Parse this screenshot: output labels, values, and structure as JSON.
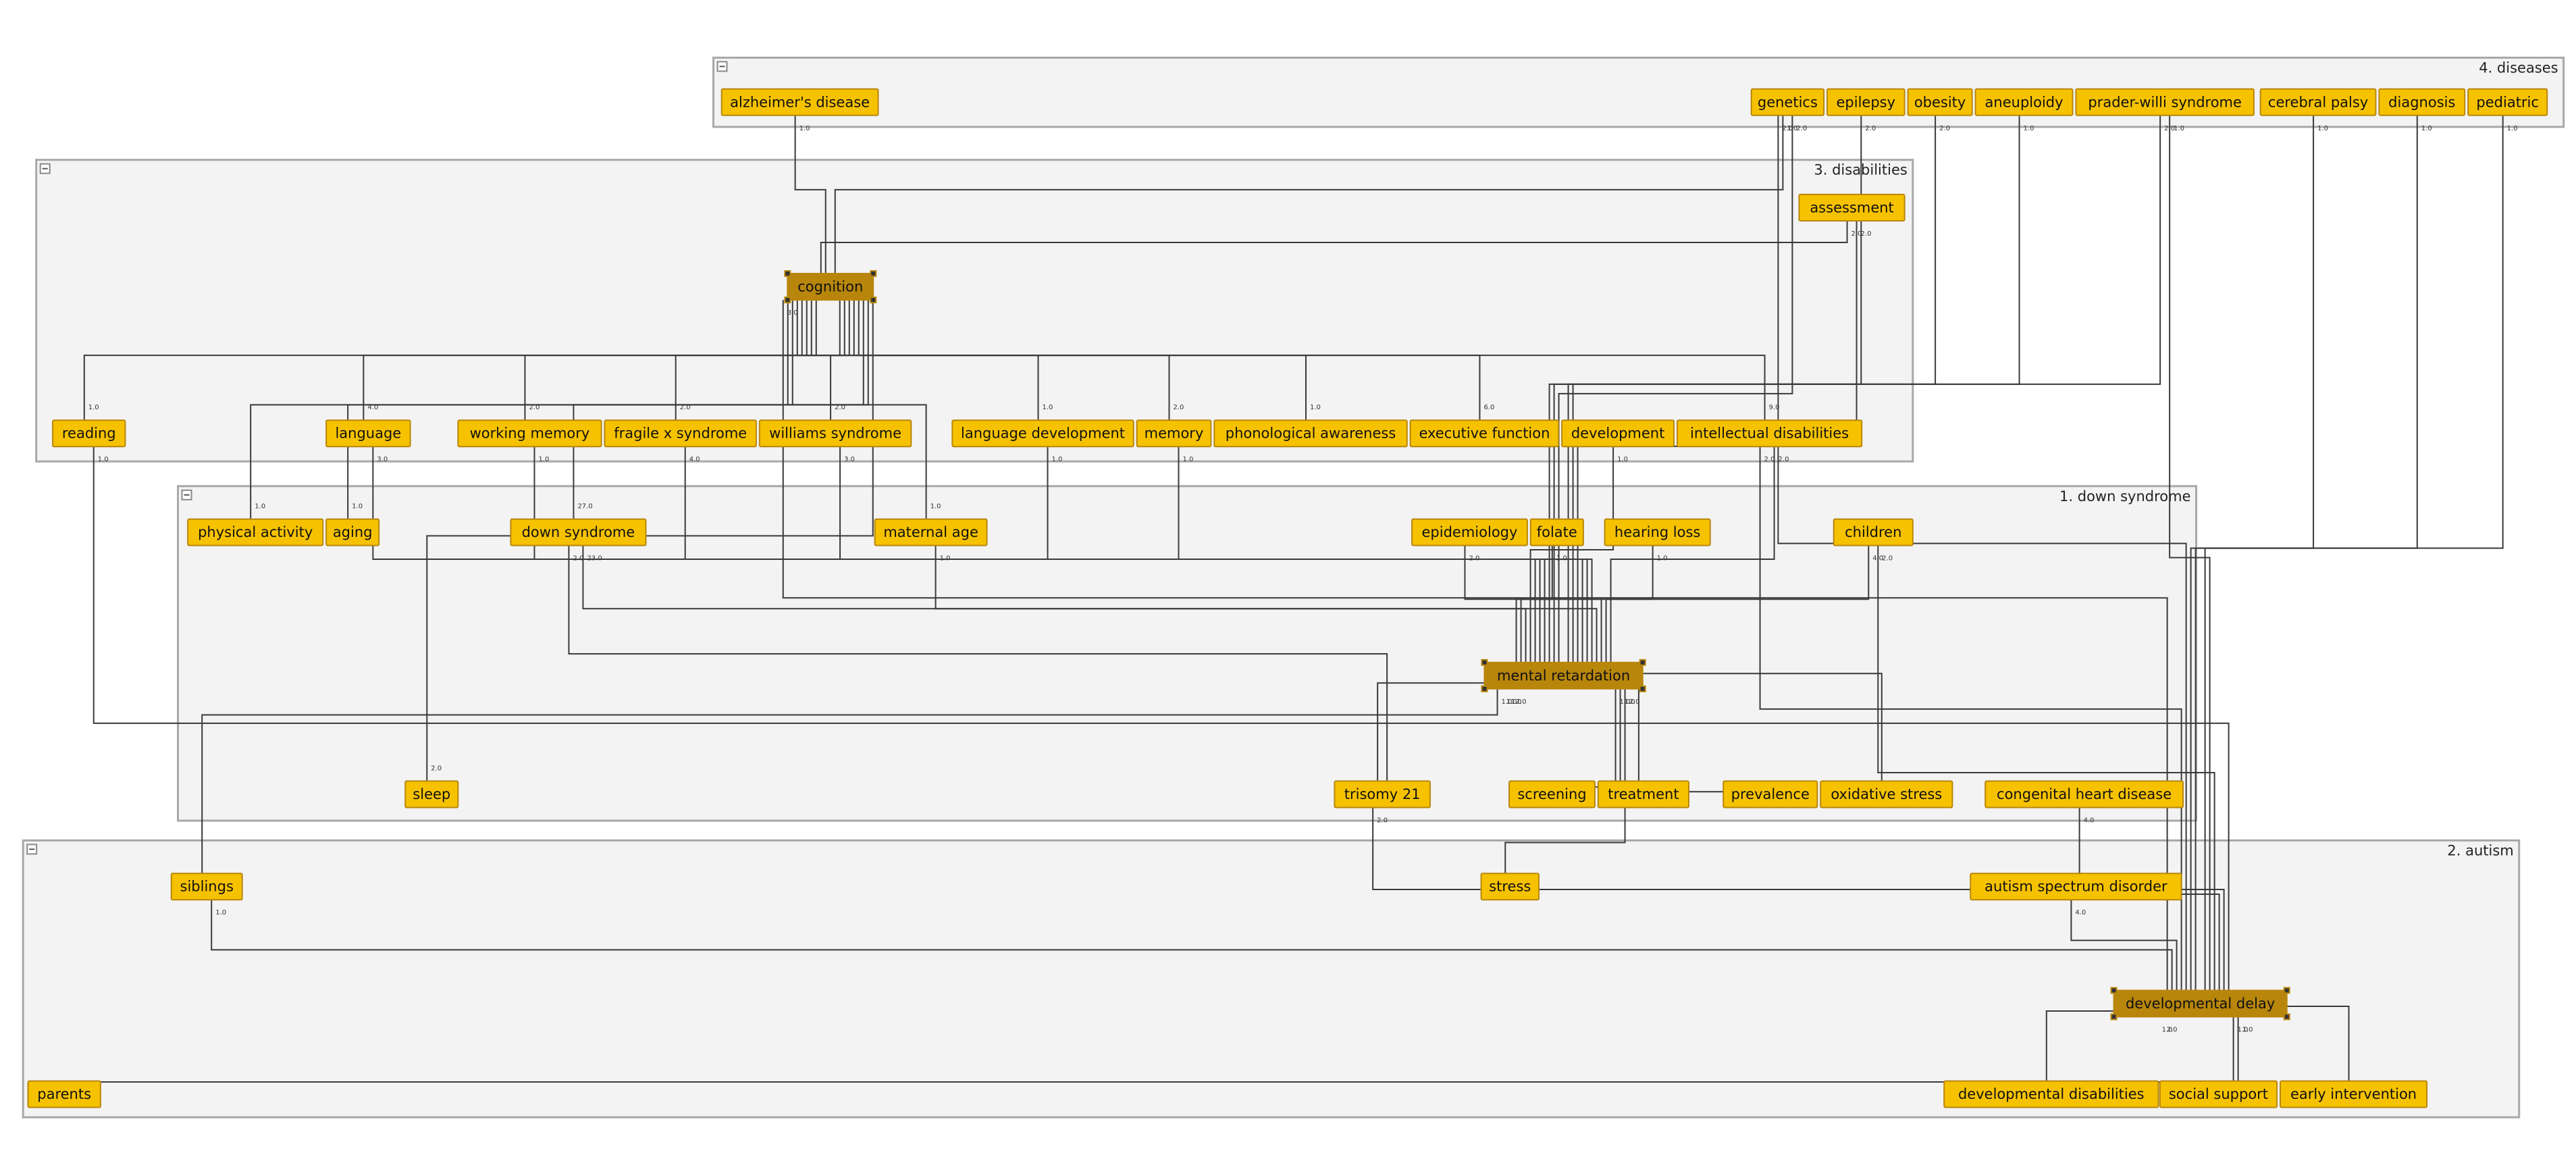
{
  "colors": {
    "node_fill": "#f6c200",
    "node_stroke": "#c99a00",
    "hub_fill": "#b8860b",
    "hub_stroke": "#7a5a00",
    "group_fill": "#f3f3f3",
    "group_stroke": "#a8a8a8",
    "edge": "#3a3a3a"
  },
  "groups": [
    {
      "id": "g4",
      "title": "4. diseases"
    },
    {
      "id": "g3",
      "title": "3. disabilities"
    },
    {
      "id": "g1",
      "title": "1. down syndrome"
    },
    {
      "id": "g2",
      "title": "2. autism"
    }
  ],
  "nodes": [
    {
      "id": "alzheimers",
      "label": "alzheimer's disease"
    },
    {
      "id": "genetics",
      "label": "genetics"
    },
    {
      "id": "epilepsy",
      "label": "epilepsy"
    },
    {
      "id": "obesity",
      "label": "obesity"
    },
    {
      "id": "aneuploidy",
      "label": "aneuploidy"
    },
    {
      "id": "praderwilli",
      "label": "prader-willi syndrome"
    },
    {
      "id": "cerebralpalsy",
      "label": "cerebral palsy"
    },
    {
      "id": "diagnosis",
      "label": "diagnosis"
    },
    {
      "id": "pediatric",
      "label": "pediatric"
    },
    {
      "id": "assessment",
      "label": "assessment"
    },
    {
      "id": "cognition",
      "label": "cognition",
      "hub": true
    },
    {
      "id": "reading",
      "label": "reading"
    },
    {
      "id": "language",
      "label": "language"
    },
    {
      "id": "workingmemory",
      "label": "working memory"
    },
    {
      "id": "fragilex",
      "label": "fragile x syndrome"
    },
    {
      "id": "williams",
      "label": "williams syndrome"
    },
    {
      "id": "langdev",
      "label": "language development"
    },
    {
      "id": "memory",
      "label": "memory"
    },
    {
      "id": "phonological",
      "label": "phonological awareness"
    },
    {
      "id": "executive",
      "label": "executive function"
    },
    {
      "id": "development",
      "label": "development"
    },
    {
      "id": "intellectual",
      "label": "intellectual disabilities"
    },
    {
      "id": "physicalactivity",
      "label": "physical activity"
    },
    {
      "id": "aging",
      "label": "aging"
    },
    {
      "id": "downsyndrome",
      "label": "down syndrome"
    },
    {
      "id": "maternalage",
      "label": "maternal age"
    },
    {
      "id": "epidemiology",
      "label": "epidemiology"
    },
    {
      "id": "folate",
      "label": "folate"
    },
    {
      "id": "hearingloss",
      "label": "hearing loss"
    },
    {
      "id": "children",
      "label": "children"
    },
    {
      "id": "mentalretardation",
      "label": "mental retardation",
      "hub": true
    },
    {
      "id": "sleep",
      "label": "sleep"
    },
    {
      "id": "trisomy21",
      "label": "trisomy 21"
    },
    {
      "id": "screening",
      "label": "screening"
    },
    {
      "id": "treatment",
      "label": "treatment"
    },
    {
      "id": "prevalence",
      "label": "prevalence"
    },
    {
      "id": "oxidativestress",
      "label": "oxidative stress"
    },
    {
      "id": "congenitalheart",
      "label": "congenital heart disease"
    },
    {
      "id": "siblings",
      "label": "siblings"
    },
    {
      "id": "stress",
      "label": "stress"
    },
    {
      "id": "asd",
      "label": "autism spectrum disorder"
    },
    {
      "id": "devdelay",
      "label": "developmental delay",
      "hub": true
    },
    {
      "id": "parents",
      "label": "parents"
    },
    {
      "id": "devdisabilities",
      "label": "developmental disabilities"
    },
    {
      "id": "socialsupport",
      "label": "social support"
    },
    {
      "id": "earlyintervention",
      "label": "early intervention"
    }
  ],
  "edges": [
    {
      "from": "alzheimers",
      "to": "cognition",
      "label": "1.0"
    },
    {
      "from": "genetics",
      "to": "cognition",
      "label": "1.0"
    },
    {
      "from": "assessment",
      "to": "cognition",
      "label": "2.0"
    },
    {
      "from": "reading",
      "to": "cognition",
      "label": "1.0"
    },
    {
      "from": "language",
      "to": "cognition",
      "label": "4.0"
    },
    {
      "from": "workingmemory",
      "to": "cognition",
      "label": "2.0"
    },
    {
      "from": "fragilex",
      "to": "cognition",
      "label": "2.0"
    },
    {
      "from": "williams",
      "to": "cognition",
      "label": "2.0"
    },
    {
      "from": "langdev",
      "to": "cognition",
      "label": "1.0"
    },
    {
      "from": "memory",
      "to": "cognition",
      "label": "2.0"
    },
    {
      "from": "phonological",
      "to": "cognition",
      "label": "1.0"
    },
    {
      "from": "executive",
      "to": "cognition",
      "label": "6.0"
    },
    {
      "from": "intellectual",
      "to": "cognition",
      "label": "9.0"
    },
    {
      "from": "physicalactivity",
      "to": "cognition",
      "label": "1.0"
    },
    {
      "from": "aging",
      "to": "cognition",
      "label": "1.0"
    },
    {
      "from": "downsyndrome",
      "to": "cognition",
      "label": "27.0"
    },
    {
      "from": "maternalage",
      "to": "cognition",
      "label": "1.0"
    },
    {
      "from": "sleep",
      "to": "cognition",
      "label": "2.0"
    },
    {
      "from": "genetics",
      "to": "mentalretardation",
      "label": "2.0"
    },
    {
      "from": "epilepsy",
      "to": "mentalretardation",
      "label": "2.0"
    },
    {
      "from": "obesity",
      "to": "mentalretardation",
      "label": "2.0"
    },
    {
      "from": "aneuploidy",
      "to": "mentalretardation",
      "label": "1.0"
    },
    {
      "from": "praderwilli",
      "to": "mentalretardation",
      "label": "2.0"
    },
    {
      "from": "assessment",
      "to": "mentalretardation",
      "label": "2.0"
    },
    {
      "from": "language",
      "to": "mentalretardation",
      "label": "3.0"
    },
    {
      "from": "workingmemory",
      "to": "mentalretardation",
      "label": "1.0"
    },
    {
      "from": "fragilex",
      "to": "mentalretardation",
      "label": "4.0"
    },
    {
      "from": "williams",
      "to": "mentalretardation",
      "label": "3.0"
    },
    {
      "from": "langdev",
      "to": "mentalretardation",
      "label": "1.0"
    },
    {
      "from": "memory",
      "to": "mentalretardation",
      "label": "1.0"
    },
    {
      "from": "development",
      "to": "mentalretardation",
      "label": "1.0"
    },
    {
      "from": "downsyndrome",
      "to": "mentalretardation",
      "label": "23.0"
    },
    {
      "from": "maternalage",
      "to": "mentalretardation",
      "label": "1.0"
    },
    {
      "from": "epidemiology",
      "to": "mentalretardation",
      "label": "2.0"
    },
    {
      "from": "folate",
      "to": "mentalretardation",
      "label": "1.0"
    },
    {
      "from": "hearingloss",
      "to": "mentalretardation",
      "label": "1.0"
    },
    {
      "from": "children",
      "to": "mentalretardation",
      "label": "4.0"
    },
    {
      "from": "intellectual",
      "to": "mentalretardation",
      "label": "2.0"
    },
    {
      "from": "mentalretardation",
      "to": "trisomy21",
      "label": "2.0"
    },
    {
      "from": "mentalretardation",
      "to": "screening",
      "label": "1.0"
    },
    {
      "from": "mentalretardation",
      "to": "treatment",
      "label": "1.0"
    },
    {
      "from": "mentalretardation",
      "to": "prevalence",
      "label": "1.0"
    },
    {
      "from": "mentalretardation",
      "to": "oxidativestress",
      "label": "1.0"
    },
    {
      "from": "mentalretardation",
      "to": "stress",
      "label": "2.0"
    },
    {
      "from": "mentalretardation",
      "to": "siblings",
      "label": "1.0"
    },
    {
      "from": "downsyndrome",
      "to": "trisomy21",
      "label": "2.0"
    },
    {
      "from": "cerebralpalsy",
      "to": "devdelay",
      "label": "1.0"
    },
    {
      "from": "diagnosis",
      "to": "devdelay",
      "label": "1.0"
    },
    {
      "from": "pediatric",
      "to": "devdelay",
      "label": "1.0"
    },
    {
      "from": "praderwilli",
      "to": "devdelay",
      "label": "1.0"
    },
    {
      "from": "genetics",
      "to": "devdelay",
      "label": "2.0"
    },
    {
      "from": "children",
      "to": "devdelay",
      "label": "2.0"
    },
    {
      "from": "intellectual",
      "to": "devdelay",
      "label": "2.0"
    },
    {
      "from": "congenitalheart",
      "to": "devdelay",
      "label": "4.0"
    },
    {
      "from": "asd",
      "to": "devdelay",
      "label": "4.0"
    },
    {
      "from": "trisomy21",
      "to": "devdelay",
      "label": "2.0"
    },
    {
      "from": "siblings",
      "to": "devdelay",
      "label": "1.0"
    },
    {
      "from": "reading",
      "to": "devdelay",
      "label": "1.0"
    },
    {
      "from": "cognition",
      "to": "devdelay",
      "label": "3.0"
    },
    {
      "from": "devdelay",
      "to": "parents",
      "label": "1.0"
    },
    {
      "from": "devdelay",
      "to": "devdisabilities",
      "label": "2.0"
    },
    {
      "from": "devdelay",
      "to": "socialsupport",
      "label": "1.0"
    },
    {
      "from": "devdelay",
      "to": "earlyintervention",
      "label": "1.0"
    }
  ]
}
